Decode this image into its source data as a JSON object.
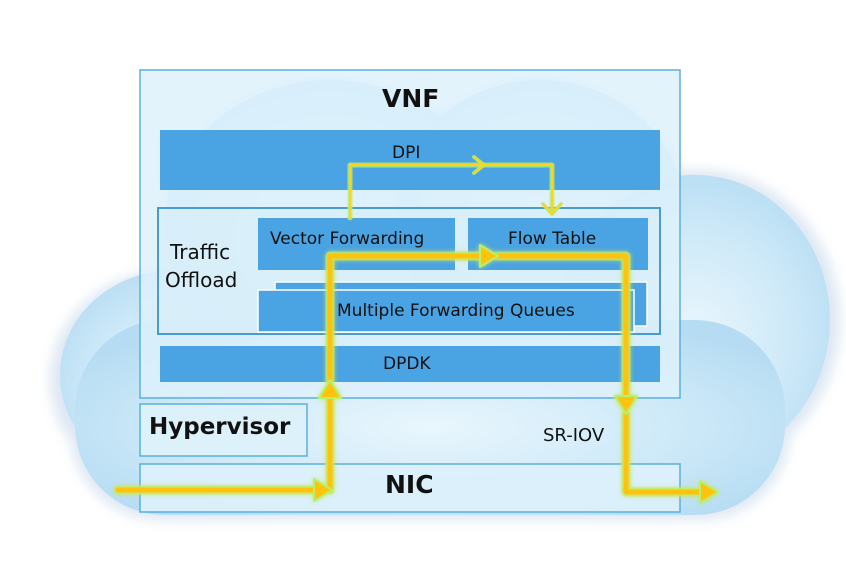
{
  "vnf": {
    "title": "VNF"
  },
  "dpi": {
    "label": "DPI"
  },
  "traffic_offload": {
    "line1": "Traffic",
    "line2": "Offload"
  },
  "vector_forwarding": {
    "label": "Vector Forwarding"
  },
  "flow_table": {
    "label": "Flow Table"
  },
  "multiple_forwarding_queues": {
    "label": "Multiple Forwarding Queues"
  },
  "dpdk": {
    "label": "DPDK"
  },
  "hypervisor": {
    "label": "Hypervisor"
  },
  "sr_iov": {
    "label": "SR-IOV"
  },
  "nic": {
    "label": "NIC"
  },
  "colors": {
    "block_blue": "#4aa3e2",
    "panel_fill": "#ddf1fb",
    "panel_border": "#5aafe0",
    "main_arrow": "#ffc20e",
    "dpi_arrow": "#ffd21e",
    "arrow_glow": "#b8f06a"
  }
}
